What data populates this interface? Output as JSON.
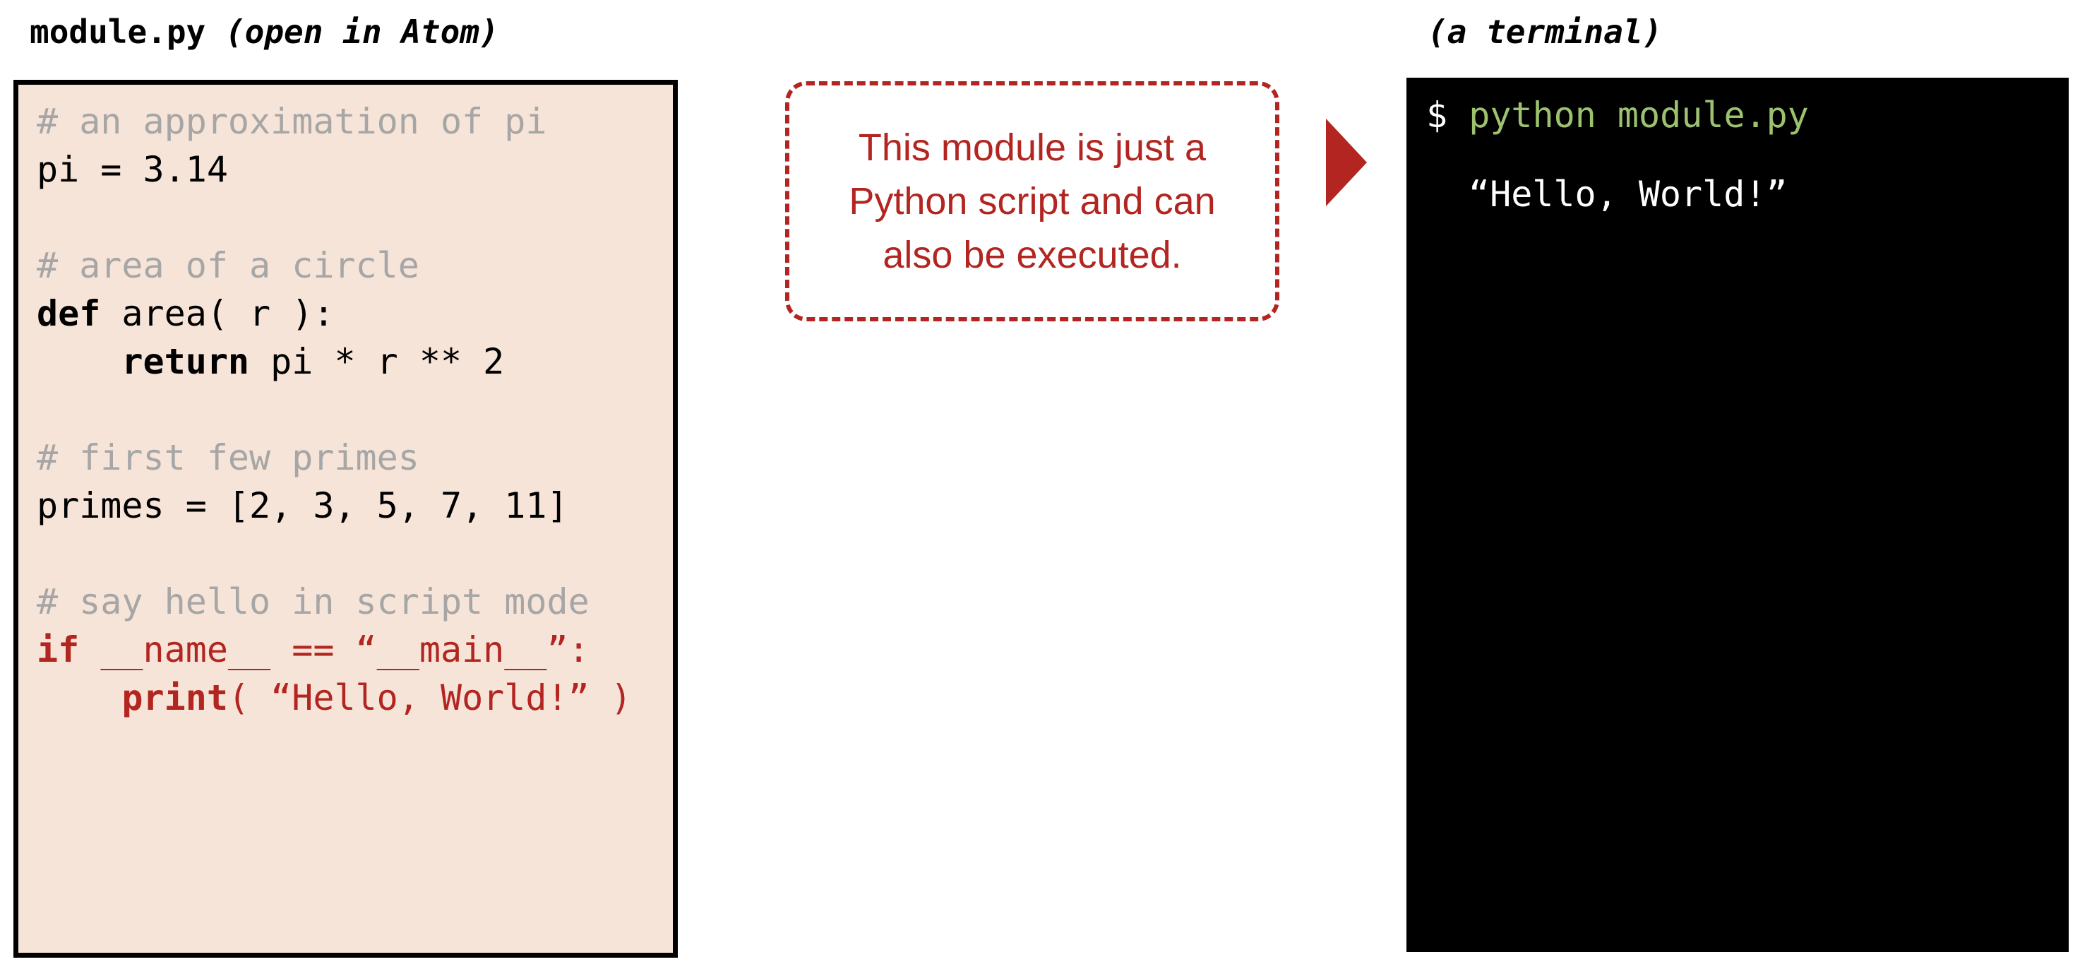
{
  "editor": {
    "title_file": "module.py",
    "title_context": "(open in Atom)",
    "lines": [
      {
        "segments": [
          {
            "text": "# an approximation of pi",
            "style": "comment"
          }
        ]
      },
      {
        "segments": [
          {
            "text": "pi = 3.14",
            "style": "plain"
          }
        ]
      },
      {
        "segments": [
          {
            "text": "",
            "style": "plain"
          }
        ]
      },
      {
        "segments": [
          {
            "text": "# area of a circle",
            "style": "comment"
          }
        ]
      },
      {
        "segments": [
          {
            "text": "def",
            "style": "keyword"
          },
          {
            "text": " area( r ):",
            "style": "plain"
          }
        ]
      },
      {
        "segments": [
          {
            "text": "    ",
            "style": "plain"
          },
          {
            "text": "return",
            "style": "keyword"
          },
          {
            "text": " pi * r ** 2",
            "style": "plain"
          }
        ]
      },
      {
        "segments": [
          {
            "text": "",
            "style": "plain"
          }
        ]
      },
      {
        "segments": [
          {
            "text": "# first few primes",
            "style": "comment"
          }
        ]
      },
      {
        "segments": [
          {
            "text": "primes = [2, 3, 5, 7, 11]",
            "style": "plain"
          }
        ]
      },
      {
        "segments": [
          {
            "text": "",
            "style": "plain"
          }
        ]
      },
      {
        "segments": [
          {
            "text": "# say hello in script mode",
            "style": "comment"
          }
        ]
      },
      {
        "segments": [
          {
            "text": "if",
            "style": "red-keyword"
          },
          {
            "text": " __name__ == “__main__”:",
            "style": "red"
          }
        ]
      },
      {
        "segments": [
          {
            "text": "    ",
            "style": "plain"
          },
          {
            "text": "print",
            "style": "red-keyword"
          },
          {
            "text": "( “Hello, World!” )",
            "style": "red"
          }
        ]
      }
    ]
  },
  "callout": {
    "text": "This module is just a Python script and can also be executed."
  },
  "terminal": {
    "title": "(a terminal)",
    "prompt": "$",
    "command": "python module.py",
    "output": "“Hello, World!”"
  },
  "colors": {
    "editor_background": "#f6e4d8",
    "comment": "#a6a6a6",
    "accent_red": "#b22520",
    "terminal_background": "#000000",
    "command_green": "#9dc26f"
  }
}
